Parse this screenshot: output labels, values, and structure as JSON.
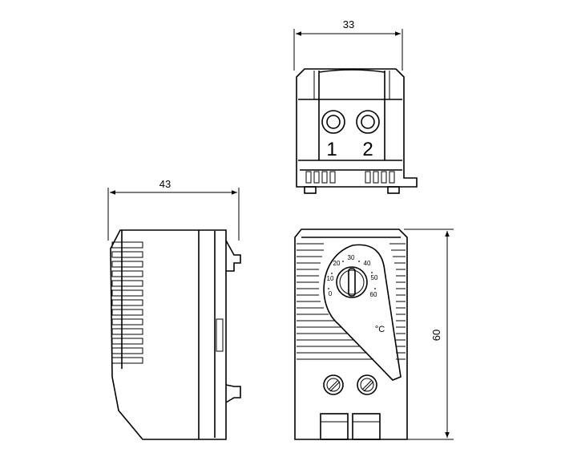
{
  "dimensions": {
    "top_width": "33",
    "side_width": "43",
    "front_height": "60"
  },
  "terminals": {
    "label_1": "1",
    "label_2": "2"
  },
  "dial": {
    "scale": [
      "0",
      "10",
      "20",
      "30",
      "40",
      "50",
      "60"
    ],
    "unit": "°C"
  },
  "colors": {
    "line": "#000000",
    "background": "#ffffff"
  }
}
